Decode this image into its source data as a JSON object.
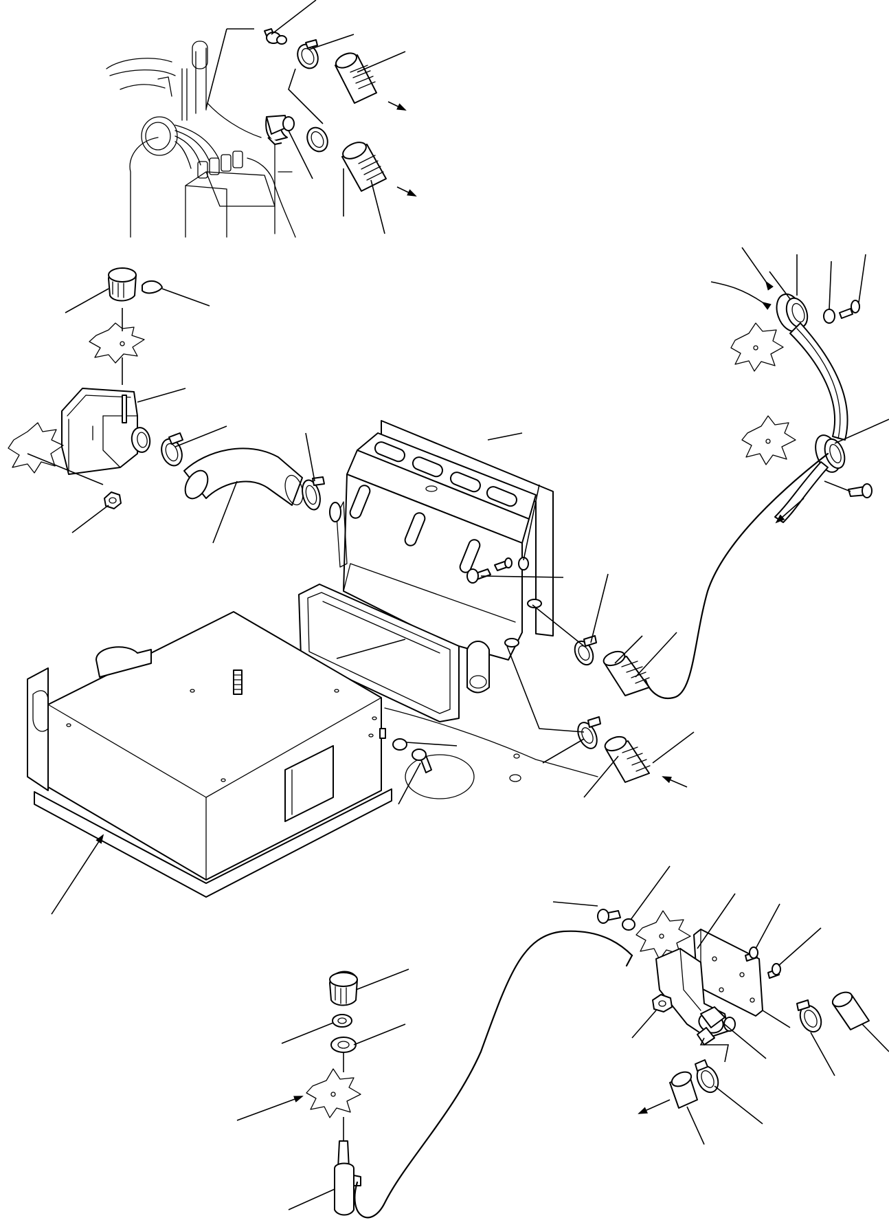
{
  "diagram": {
    "type": "exploded parts illustration",
    "labels": [],
    "components": [
      "engine-inset",
      "heater-core-unit",
      "duct-box",
      "reservoir-tank",
      "heater-hose",
      "hose-clamp",
      "water-valve",
      "control-knob",
      "control-cable",
      "grommet",
      "bolt",
      "washer",
      "nut"
    ]
  }
}
